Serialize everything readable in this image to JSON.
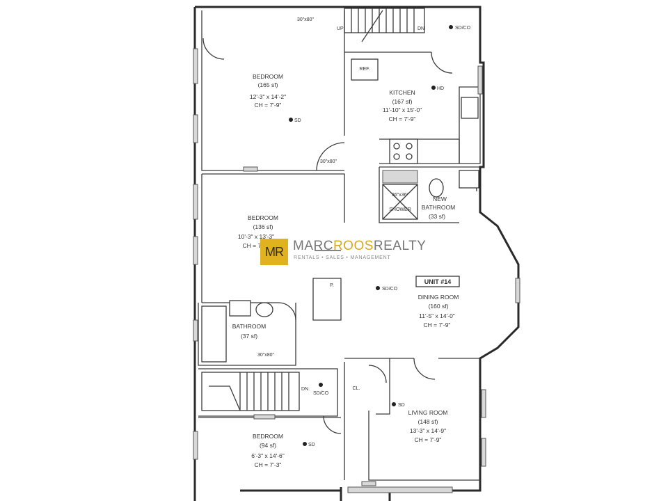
{
  "unit_label": "UNIT #14",
  "rooms": {
    "bedroom_top": {
      "name": "BEDROOM",
      "area": "(165 sf)",
      "dims": "12'-3\" x 14'-2\"",
      "ch": "CH = 7'-9\""
    },
    "kitchen": {
      "name": "KITCHEN",
      "area": "(167 sf)",
      "dims": "11'-10\" x 15'-0\"",
      "ch": "CH = 7'-9\""
    },
    "bedroom_mid": {
      "name": "BEDROOM",
      "area": "(136 sf)",
      "dims": "10'-3\" x 13'-3\"",
      "ch": "CH = 7'-9\""
    },
    "new_bathroom": {
      "line1": "NEW",
      "line2": "BATHROOM",
      "area": "(33 sf)"
    },
    "dining_room": {
      "name": "DINING ROOM",
      "area": "(160 sf)",
      "dims": "11'-5\" x 14'-0\"",
      "ch": "CH = 7'-9\""
    },
    "bathroom": {
      "name": "BATHROOM",
      "area": "(37 sf)"
    },
    "living_room": {
      "name": "LIVING ROOM",
      "area": "(148 sf)",
      "dims": "13'-3\" x 14'-9\"",
      "ch": "CH = 7'-9\""
    },
    "bedroom_bottom": {
      "name": "BEDROOM",
      "area": "(94 sf)",
      "dims": "6'-3\" x 14'-6\"",
      "ch": "CH = 7'-3\""
    }
  },
  "fixtures": {
    "ref": "REF.",
    "shower": "SHOWER",
    "shower_size": "36\"x36\"",
    "closet": "CL.",
    "pantry": "P."
  },
  "stairs": {
    "up": "UP",
    "dn_top": "DN",
    "dn_bottom": "DN."
  },
  "doors": {
    "d1": "30\"x80\"",
    "d2": "30\"x80\"",
    "d3": "30\"x80\""
  },
  "devices": {
    "sd_co": "SD/CO",
    "sd": "SD",
    "hd": "HD"
  },
  "logo": {
    "initials": "MR",
    "name_part1": "MARC",
    "name_part2": "ROOS",
    "name_part3": "REALTY",
    "tagline": "RENTALS • SALES • MANAGEMENT"
  }
}
